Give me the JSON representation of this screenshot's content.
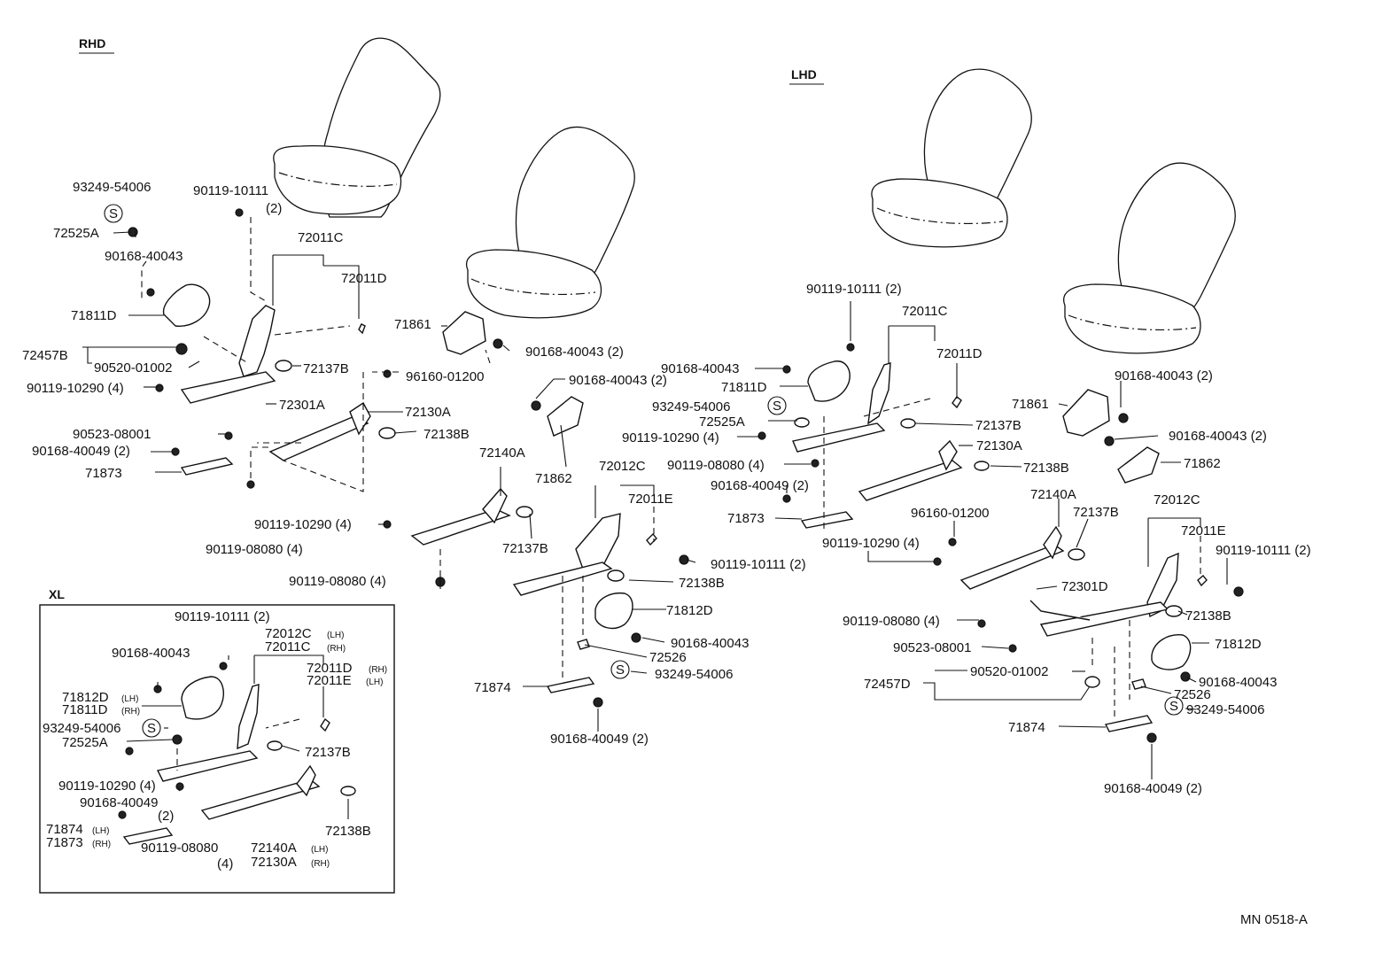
{
  "headers": {
    "rhd": "RHD",
    "lhd": "LHD",
    "xl": "XL"
  },
  "footer_code": "MN 0518-A",
  "symbol_s": "S",
  "rhd_labels": {
    "p93249": "93249-54006",
    "p90119_10111": "90119-10111",
    "qty_2a": "(2)",
    "p72525A": "72525A",
    "p90168_40043": "90168-40043",
    "p72011C": "72011C",
    "p72011D": "72011D",
    "p71811D": "71811D",
    "p72457B": "72457B",
    "p90520": "90520-01002",
    "p72137B": "72137B",
    "p90119_10290": "90119-10290 (4)",
    "p96160": "96160-01200",
    "p72301A": "72301A",
    "p72130A": "72130A",
    "p90523": "90523-08001",
    "p72138B": "72138B",
    "p90168_40049": "90168-40049 (2)",
    "p71873": "71873",
    "p90119_08080": "90119-08080 (4)",
    "p71861": "71861",
    "p90168_40043_2": "90168-40043 (2)",
    "p90168_40043_2b": "90168-40043 (2)",
    "p71862": "71862",
    "p72140A": "72140A",
    "p72012C": "72012C",
    "p72011E": "72011E",
    "p90119_10290b": "90119-10290 (4)",
    "p72137Bb": "72137B",
    "p90119_10111b": "90119-10111 (2)",
    "p90119_08080b": "90119-08080 (4)",
    "p72138Bb": "72138B",
    "p71812D": "71812D",
    "p90168_40043b": "90168-40043",
    "p72526": "72526",
    "p93249b": "93249-54006",
    "p71874": "71874",
    "p90168_40049b": "90168-40049 (2)"
  },
  "lhd_labels": {
    "p90119_10111": "90119-10111 (2)",
    "p72011C": "72011C",
    "p72011D": "72011D",
    "p90168_40043": "90168-40043",
    "p71811D": "71811D",
    "p93249": "93249-54006",
    "p72525A": "72525A",
    "p72137B": "72137B",
    "p90119_10290": "90119-10290 (4)",
    "p72130A": "72130A",
    "p90119_08080": "90119-08080 (4)",
    "p72138B": "72138B",
    "p90168_40049": "90168-40049 (2)",
    "p71873": "71873",
    "p71861": "71861",
    "p90168_40043_2": "90168-40043 (2)",
    "p90168_40043_2b": "90168-40043 (2)",
    "p71862": "71862",
    "p72140A": "72140A",
    "p96160": "96160-01200",
    "p72137Bb": "72137B",
    "p72012C": "72012C",
    "p72011E": "72011E",
    "p90119_10290b": "90119-10290 (4)",
    "p90119_10111b": "90119-10111 (2)",
    "p72301D": "72301D",
    "p90119_08080b": "90119-08080 (4)",
    "p72138Bb": "72138B",
    "p90523": "90523-08001",
    "p71812D": "71812D",
    "p72457D": "72457D",
    "p90520": "90520-01002",
    "p90168_40043b": "90168-40043",
    "p72526": "72526",
    "p93249b": "93249-54006",
    "p71874": "71874",
    "p90168_40049b": "90168-40049 (2)"
  },
  "xl_labels": {
    "p90119_10111": "90119-10111 (2)",
    "p72012C": "72012C",
    "p72012C_sfx": "(LH)",
    "p72011C": "72011C",
    "p72011C_sfx": "(RH)",
    "p90168_40043": "90168-40043",
    "p72011D": "72011D",
    "p72011D_sfx": "(RH)",
    "p72011E": "72011E",
    "p72011E_sfx": "(LH)",
    "p71812D": "71812D",
    "p71812D_sfx": "(LH)",
    "p71811D": "71811D",
    "p71811D_sfx": "(RH)",
    "p93249": "93249-54006",
    "p72525A": "72525A",
    "p72137B": "72137B",
    "p90119_10290": "90119-10290 (4)",
    "p90168_40049": "90168-40049",
    "qty_2": "(2)",
    "p71874": "71874",
    "p71874_sfx": "(LH)",
    "p71873": "71873",
    "p71873_sfx": "(RH)",
    "p90119_08080": "90119-08080",
    "qty_4": "(4)",
    "p72140A": "72140A",
    "p72140A_sfx": "(LH)",
    "p72130A": "72130A",
    "p72130A_sfx": "(RH)",
    "p72138B": "72138B"
  }
}
